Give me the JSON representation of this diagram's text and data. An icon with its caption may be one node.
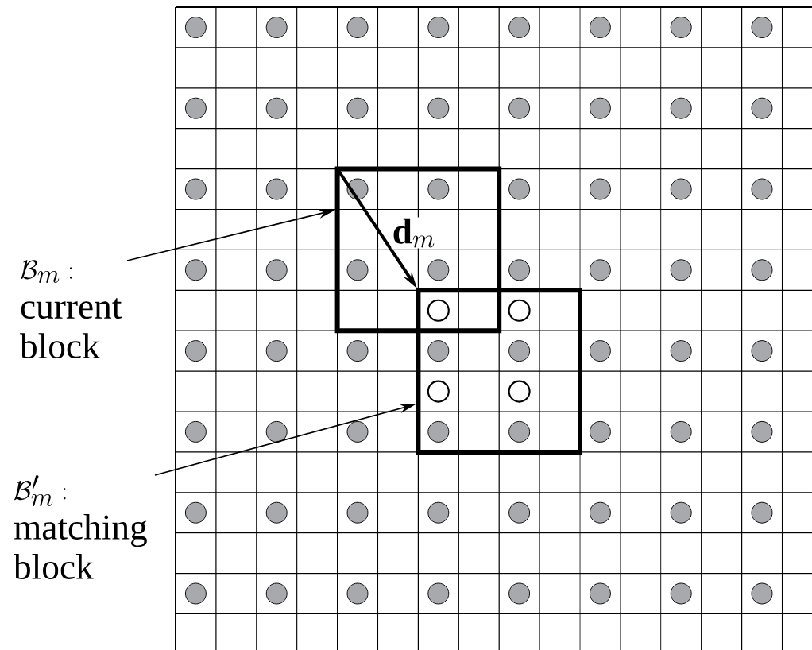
{
  "diagram": {
    "nodes": [
      {
        "text": [
          "\\mathcal{B}_m:",
          "current block"
        ]
      },
      {
        "text": [],
        "shape": "box"
      },
      {
        "text": [
          "\\mathcal{B}'_m:",
          "matching block"
        ]
      },
      {
        "text": [],
        "shape": "box"
      }
    ],
    "edges": [
      {
        "from": 0,
        "to": 1,
        "arrow": "to"
      },
      {
        "from": 1,
        "to": 3,
        "arrow": "to",
        "label": "\\mathbf{d}_m",
        "style": "thick"
      },
      {
        "from": 2,
        "to": 3,
        "arrow": "to"
      }
    ]
  }
}
